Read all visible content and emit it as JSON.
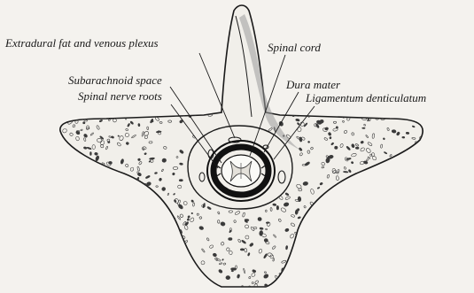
{
  "labels": {
    "extradural_fat": "Extradural fat and venous plexus",
    "spinal_cord": "Spinal cord",
    "subarachnoid_space": "Subarachnoid space",
    "dura_mater": "Dura mater",
    "spinal_nerve_roots": "Spinal nerve roots",
    "ligamentum_denticulatum": "Ligamentum denticulatum"
  },
  "colors": {
    "background": "#f4f2ee",
    "ink": "#1a1a1a",
    "bone_speckle": "#3a3a3a"
  }
}
